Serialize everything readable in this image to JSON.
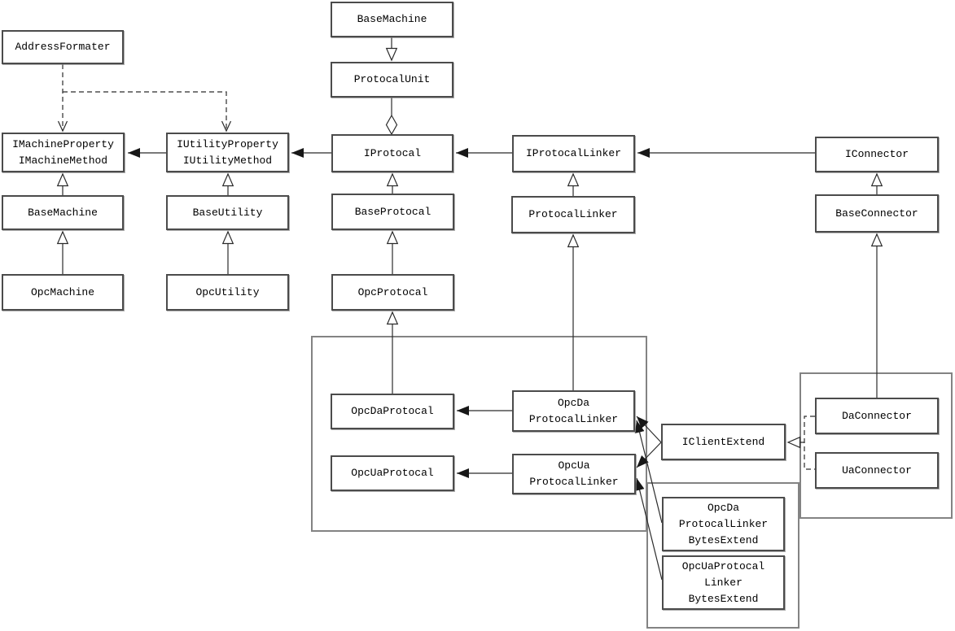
{
  "diagram": {
    "kind": "uml-class-diagram",
    "colors": {
      "background": "#ffffff",
      "box_border": "#4b4b4b",
      "group_border": "#838383",
      "line": "#2b2b2b",
      "text": "#000000"
    },
    "nodes": {
      "addressFormater": {
        "label": "AddressFormater"
      },
      "imachineInterface": {
        "label": "IMachineProperty\nIMachineMethod"
      },
      "iutilityInterface": {
        "label": "IUtilityProperty\nIUtilityMethod"
      },
      "baseMachineLeft": {
        "label": "BaseMachine"
      },
      "baseUtility": {
        "label": "BaseUtility"
      },
      "opcMachine": {
        "label": "OpcMachine"
      },
      "opcUtility": {
        "label": "OpcUtility"
      },
      "baseMachineTop": {
        "label": "BaseMachine"
      },
      "protocalUnit": {
        "label": "ProtocalUnit"
      },
      "iprotocal": {
        "label": "IProtocal"
      },
      "iprotocalLinker": {
        "label": "IProtocalLinker"
      },
      "iconnector": {
        "label": "IConnector"
      },
      "baseProtocal": {
        "label": "BaseProtocal"
      },
      "protocalLinker": {
        "label": "ProtocalLinker"
      },
      "baseConnector": {
        "label": "BaseConnector"
      },
      "opcProtocal": {
        "label": "OpcProtocal"
      },
      "opcDaProtocal": {
        "label": "OpcDaProtocal"
      },
      "opcUaProtocal": {
        "label": "OpcUaProtocal"
      },
      "opcDaProtocalLinker": {
        "label": "OpcDa\nProtocalLinker"
      },
      "opcUaProtocalLinker": {
        "label": "OpcUa\nProtocalLinker"
      },
      "iclientExtend": {
        "label": "IClientExtend"
      },
      "daConnector": {
        "label": "DaConnector"
      },
      "uaConnector": {
        "label": "UaConnector"
      },
      "opcDaLinkerBytesExtend": {
        "label": "OpcDa\nProtocalLinker\nBytesExtend"
      },
      "opcUaLinkerBytesExtend": {
        "label": "OpcUaProtocal\nLinker\nBytesExtend"
      }
    },
    "edges": [
      {
        "from": "OpcMachine",
        "to": "BaseMachine",
        "type": "generalization"
      },
      {
        "from": "BaseMachine",
        "to": "IMachineProperty/IMachineMethod",
        "type": "generalization"
      },
      {
        "from": "OpcUtility",
        "to": "BaseUtility",
        "type": "generalization"
      },
      {
        "from": "BaseUtility",
        "to": "IUtilityProperty/IUtilityMethod",
        "type": "generalization"
      },
      {
        "from": "IUtilityProperty/IUtilityMethod",
        "to": "IMachineProperty/IMachineMethod",
        "type": "association"
      },
      {
        "from": "IProtocal",
        "to": "IUtilityProperty/IUtilityMethod",
        "type": "association"
      },
      {
        "from": "AddressFormater",
        "to": "IMachineProperty/IMachineMethod",
        "type": "dependency"
      },
      {
        "from": "AddressFormater",
        "to": "IUtilityProperty/IUtilityMethod",
        "type": "dependency"
      },
      {
        "from": "BaseMachine",
        "to": "ProtocalUnit",
        "type": "generalization"
      },
      {
        "from": "ProtocalUnit",
        "to": "IProtocal",
        "type": "aggregation"
      },
      {
        "from": "IProtocalLinker",
        "to": "IProtocal",
        "type": "association"
      },
      {
        "from": "IConnector",
        "to": "IProtocalLinker",
        "type": "association"
      },
      {
        "from": "BaseProtocal",
        "to": "IProtocal",
        "type": "generalization"
      },
      {
        "from": "ProtocalLinker",
        "to": "IProtocalLinker",
        "type": "generalization"
      },
      {
        "from": "BaseConnector",
        "to": "IConnector",
        "type": "generalization"
      },
      {
        "from": "OpcProtocal",
        "to": "BaseProtocal",
        "type": "generalization"
      },
      {
        "from": "OpcDaProtocal",
        "to": "OpcProtocal",
        "type": "generalization"
      },
      {
        "from": "OpcDaProtocalLinker",
        "to": "ProtocalLinker",
        "type": "generalization"
      },
      {
        "from": "DaConnector",
        "to": "BaseConnector",
        "type": "generalization"
      },
      {
        "from": "OpcDaProtocalLinker",
        "to": "OpcDaProtocal",
        "type": "association"
      },
      {
        "from": "OpcUaProtocalLinker",
        "to": "OpcUaProtocal",
        "type": "association"
      },
      {
        "from": "IClientExtend",
        "to": "OpcDaProtocalLinker",
        "type": "association"
      },
      {
        "from": "IClientExtend",
        "to": "OpcUaProtocalLinker",
        "type": "association"
      },
      {
        "from": "OpcDaProtocalLinkerBytesExtend",
        "to": "OpcDaProtocalLinker",
        "type": "association"
      },
      {
        "from": "OpcUaProtocalLinkerBytesExtend",
        "to": "OpcUaProtocalLinker",
        "type": "association"
      },
      {
        "from": "DaConnector",
        "to": "IClientExtend",
        "type": "realization"
      },
      {
        "from": "UaConnector",
        "to": "IClientExtend",
        "type": "realization"
      }
    ]
  }
}
